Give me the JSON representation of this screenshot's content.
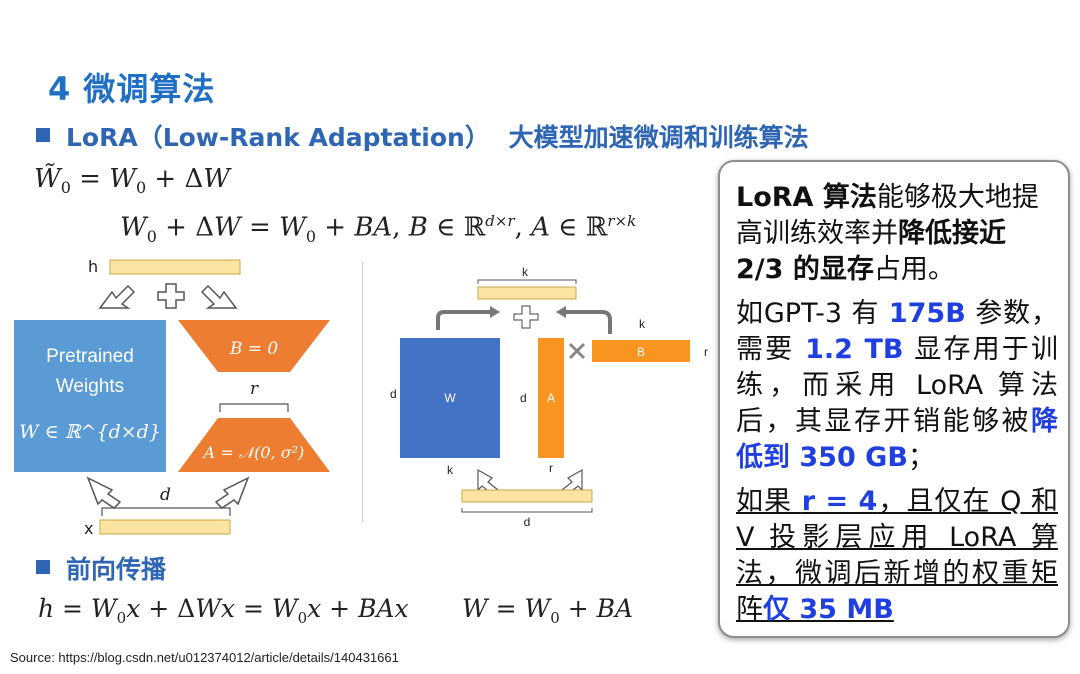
{
  "title": "4 微调算法",
  "section1": {
    "prefix": "LoRA（Low-Rank Adaptation）",
    "suffix": "大模型加速微调和训练算法"
  },
  "equations": {
    "eq1": "W̃₀ = W₀ + ΔW",
    "eq2": "W₀ + ΔW = W₀ + BA, B ∈ ℝ^{d×r}, A ∈ ℝ^{r×k}"
  },
  "left_diagram": {
    "h_label": "h",
    "pretrained_line1": "Pretrained",
    "pretrained_line2": "Weights",
    "pretrained_formula": "W ∈ ℝ^{d×d}",
    "b_label": "B = 0",
    "r_label": "r",
    "a_label": "A = 𝒩(0, σ²)",
    "d_label": "d",
    "x_label": "x"
  },
  "right_diagram": {
    "k_top": "k",
    "w_label": "W",
    "d_left": "d",
    "k_bottom": "k",
    "a_label": "A",
    "d_a": "d",
    "r_a": "r",
    "b_label": "B",
    "k_b": "k",
    "r_b": "r",
    "d_bottom": "d"
  },
  "section2": {
    "label": "前向传播"
  },
  "forward": {
    "eq3": "h = W₀x + ΔWx = W₀x + BAx",
    "eq4": "W = W₀ + BA"
  },
  "source": "Source: https://blog.csdn.net/u012374012/article/details/140431661",
  "callout": {
    "p1_a": "LoRA 算法",
    "p1_b": "能够极大地提高训练效率并",
    "p1_c": "降低接近 2/3 的显存",
    "p1_d": "占用。",
    "p2_a": "如GPT-3 有 ",
    "p2_b": "175B",
    "p2_c": " 参数，需要 ",
    "p2_d": "1.2 TB",
    "p2_e": " 显存用于训练，而采用 LoRA 算法后，其显存开销能够被",
    "p2_f": "降低到 350 GB",
    "p2_g": "；",
    "p3_a": "如果 ",
    "p3_b": "r = 4",
    "p3_c": "，且仅在 Q 和 V 投影层应用 LoRA 算法，微调后新增的权重矩阵",
    "p3_d": "仅 35 MB"
  },
  "colors": {
    "title_blue": "#1f6fc4",
    "pretrained_blue": "#5b9bd5",
    "orange": "#ed7d31",
    "input_yellow": "#fbe3a1",
    "w_blue": "#4472c4",
    "a_orange": "#f79520",
    "highlight_blue": "#1f3fe0"
  }
}
